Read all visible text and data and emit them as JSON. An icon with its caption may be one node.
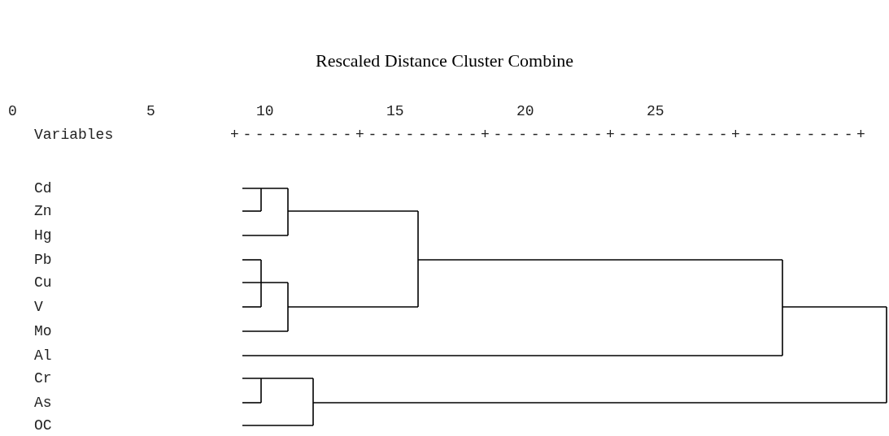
{
  "diagram": {
    "title": "Rescaled Distance Cluster Combine",
    "labels": [
      "0",
      "5",
      "10",
      "15",
      "20",
      "25",
      "Variables",
      "+---------+---------+---------+---------+---------+",
      "Cd",
      "Zn",
      "Hg",
      "Pb",
      "Cu",
      "V",
      "Mo",
      "Al",
      "Cr",
      "As",
      "OC"
    ]
  }
}
